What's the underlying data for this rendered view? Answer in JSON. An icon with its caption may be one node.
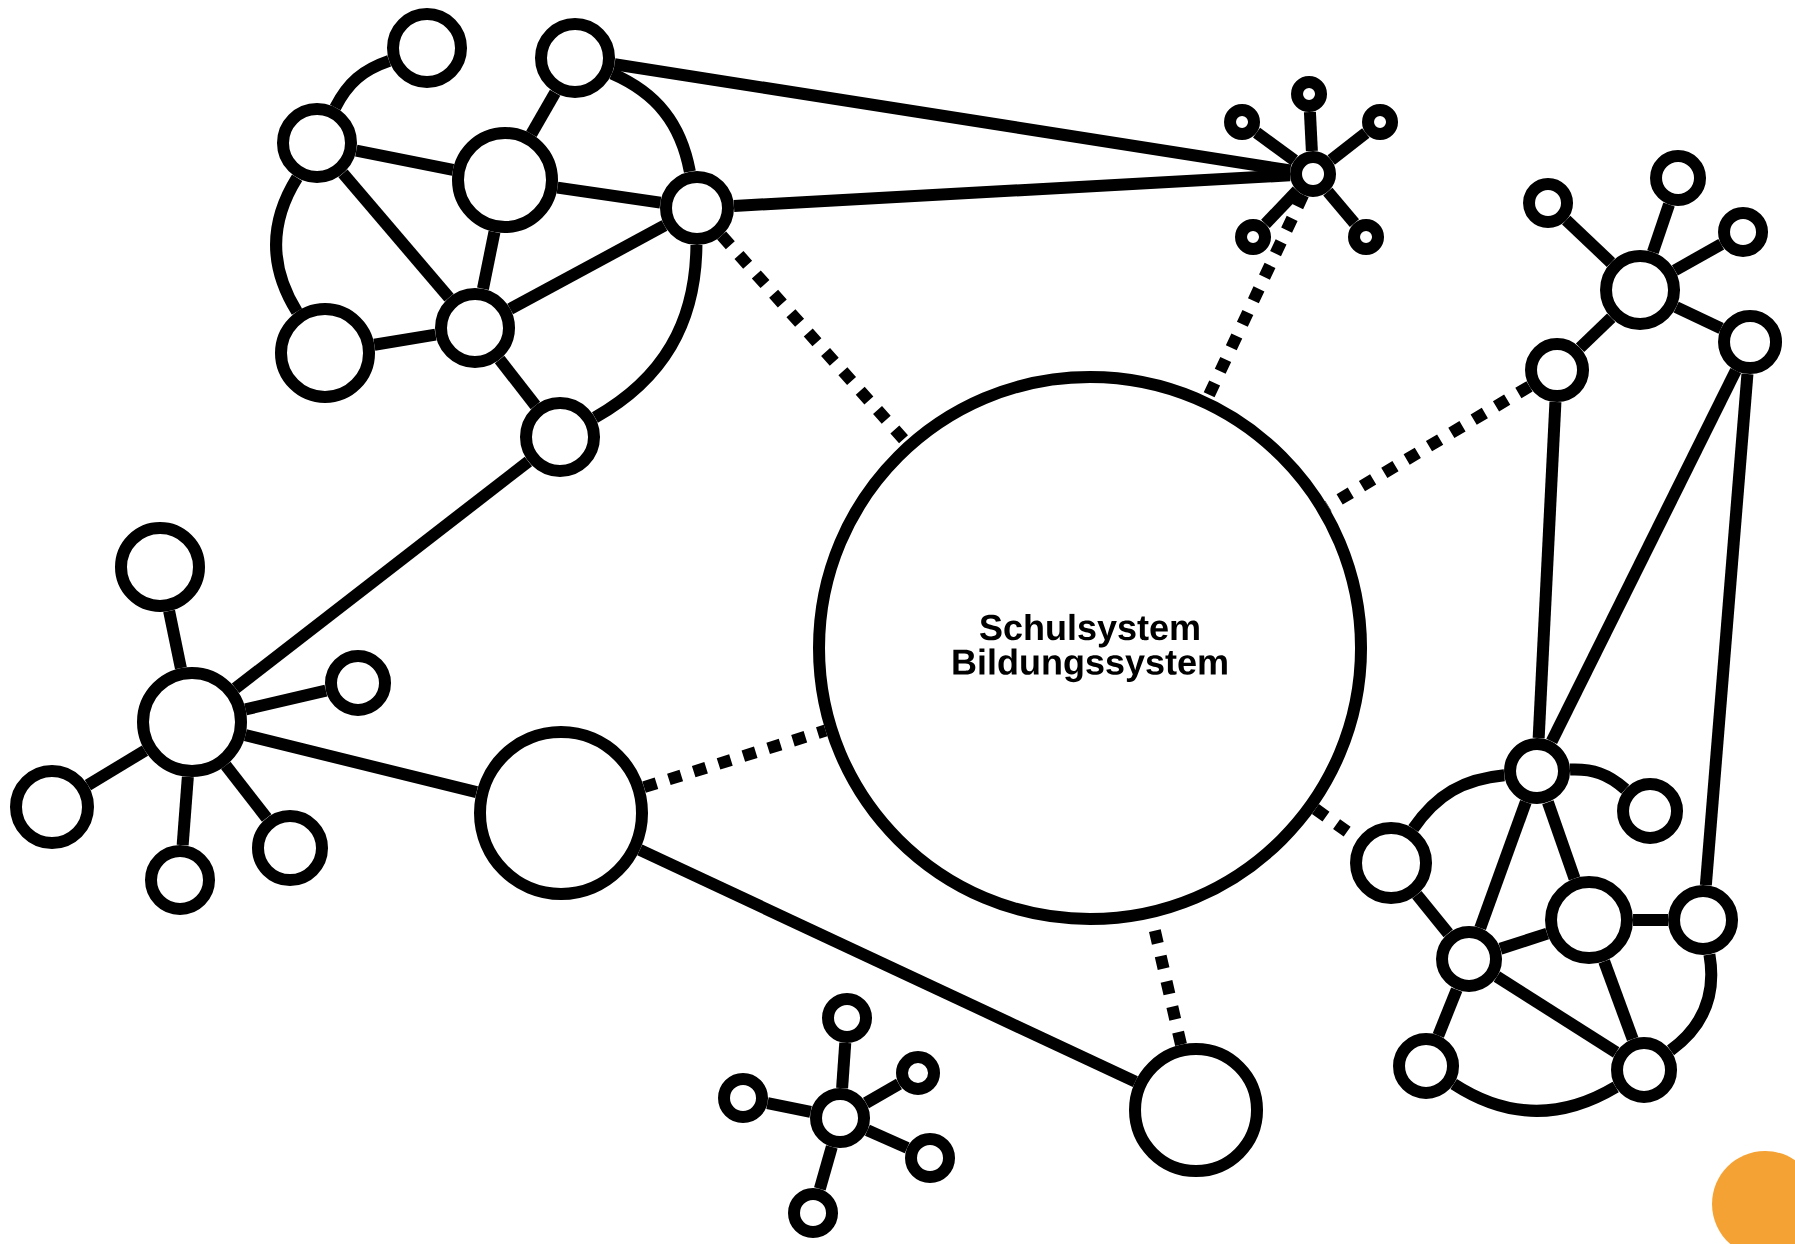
{
  "diagram": {
    "nodes": [
      {
        "text": [],
        "shape": "circle"
      },
      {
        "text": [],
        "shape": "circle"
      },
      {
        "text": [],
        "shape": "circle"
      },
      {
        "text": [],
        "shape": "circle"
      },
      {
        "text": [],
        "shape": "circle"
      },
      {
        "text": [],
        "shape": "circle"
      },
      {
        "text": [],
        "shape": "circle"
      },
      {
        "text": [],
        "shape": "circle"
      },
      {
        "text": [],
        "shape": "circle"
      },
      {
        "text": [],
        "shape": "circle"
      },
      {
        "text": [],
        "shape": "circle"
      },
      {
        "text": [],
        "shape": "circle"
      },
      {
        "text": [],
        "shape": "circle"
      },
      {
        "text": [],
        "shape": "circle"
      },
      {
        "text": [],
        "shape": "circle"
      },
      {
        "text": [],
        "shape": "circle"
      },
      {
        "text": [],
        "shape": "circle"
      },
      {
        "text": [],
        "shape": "circle"
      },
      {
        "text": [],
        "shape": "circle"
      },
      {
        "text": [],
        "shape": "circle"
      },
      {
        "text": [
          "Schulsystem Bildungssystem"
        ]
      },
      {
        "text": [],
        "shape": "circle"
      },
      {
        "text": [],
        "shape": "circle"
      },
      {
        "text": [],
        "shape": "circle"
      },
      {
        "text": [],
        "shape": "circle"
      },
      {
        "text": [],
        "shape": "circle"
      },
      {
        "text": [],
        "shape": "circle"
      },
      {
        "text": [],
        "shape": "circle"
      },
      {
        "text": [],
        "shape": "circle"
      },
      {
        "text": [],
        "shape": "circle"
      },
      {
        "text": [],
        "shape": "circle"
      },
      {
        "text": [],
        "shape": "circle"
      },
      {
        "text": [],
        "shape": "circle"
      },
      {
        "text": [],
        "shape": "circle"
      },
      {
        "text": [],
        "shape": "circle"
      },
      {
        "text": [],
        "shape": "circle"
      },
      {
        "text": [],
        "shape": "circle"
      },
      {
        "text": [],
        "shape": "circle"
      },
      {
        "text": [],
        "shape": "circle"
      },
      {
        "text": [],
        "shape": "circle"
      },
      {
        "text": [],
        "shape": "circle"
      },
      {
        "text": [],
        "shape": "circle"
      },
      {
        "text": [],
        "shape": "circle"
      }
    ],
    "edges": [
      {
        "from": 0,
        "to": 2,
        "arrow": "none"
      },
      {
        "from": 2,
        "to": 3,
        "arrow": "none"
      },
      {
        "from": 2,
        "to": 5,
        "arrow": "none"
      },
      {
        "from": 2,
        "to": 6,
        "arrow": "none"
      },
      {
        "from": 1,
        "to": 3,
        "arrow": "none"
      },
      {
        "from": 3,
        "to": 4,
        "arrow": "none"
      },
      {
        "from": 3,
        "to": 5,
        "arrow": "none"
      },
      {
        "from": 5,
        "to": 4,
        "arrow": "none"
      },
      {
        "from": 5,
        "to": 6,
        "arrow": "none"
      },
      {
        "from": 5,
        "to": 7,
        "arrow": "none"
      },
      {
        "from": 1,
        "to": 4,
        "arrow": "none"
      },
      {
        "from": 4,
        "to": 7,
        "arrow": "none"
      },
      {
        "from": 1,
        "to": 11,
        "arrow": "none"
      },
      {
        "from": 4,
        "to": 11,
        "arrow": "none"
      },
      {
        "from": 4,
        "to": 20,
        "arrow": "none",
        "style": "dashed"
      },
      {
        "from": 11,
        "to": 8,
        "arrow": "none"
      },
      {
        "from": 11,
        "to": 9,
        "arrow": "none"
      },
      {
        "from": 11,
        "to": 10,
        "arrow": "none"
      },
      {
        "from": 11,
        "to": 12,
        "arrow": "none"
      },
      {
        "from": 11,
        "to": 13,
        "arrow": "none"
      },
      {
        "from": 11,
        "to": 20,
        "arrow": "none",
        "style": "dashed"
      },
      {
        "from": 17,
        "to": 14,
        "arrow": "none"
      },
      {
        "from": 17,
        "to": 15,
        "arrow": "none"
      },
      {
        "from": 17,
        "to": 16,
        "arrow": "none"
      },
      {
        "from": 17,
        "to": 18,
        "arrow": "none"
      },
      {
        "from": 17,
        "to": 19,
        "arrow": "none"
      },
      {
        "from": 19,
        "to": 20,
        "arrow": "none",
        "style": "dashed"
      },
      {
        "from": 19,
        "to": 28,
        "arrow": "none"
      },
      {
        "from": 18,
        "to": 28,
        "arrow": "none"
      },
      {
        "from": 18,
        "to": 32,
        "arrow": "none"
      },
      {
        "from": 20,
        "to": 30,
        "arrow": "none",
        "style": "dashed"
      },
      {
        "from": 23,
        "to": 21,
        "arrow": "none"
      },
      {
        "from": 23,
        "to": 22,
        "arrow": "none"
      },
      {
        "from": 23,
        "to": 24,
        "arrow": "none"
      },
      {
        "from": 23,
        "to": 25,
        "arrow": "none"
      },
      {
        "from": 23,
        "to": 26,
        "arrow": "none"
      },
      {
        "from": 7,
        "to": 23,
        "arrow": "none"
      },
      {
        "from": 23,
        "to": 27,
        "arrow": "none"
      },
      {
        "from": 27,
        "to": 20,
        "arrow": "none",
        "style": "dashed"
      },
      {
        "from": 27,
        "to": 36,
        "arrow": "none"
      },
      {
        "from": 36,
        "to": 20,
        "arrow": "none",
        "style": "dashed"
      },
      {
        "from": 28,
        "to": 29,
        "arrow": "none"
      },
      {
        "from": 28,
        "to": 30,
        "arrow": "none"
      },
      {
        "from": 28,
        "to": 33,
        "arrow": "none"
      },
      {
        "from": 28,
        "to": 31,
        "arrow": "none"
      },
      {
        "from": 30,
        "to": 33,
        "arrow": "none"
      },
      {
        "from": 33,
        "to": 31,
        "arrow": "none"
      },
      {
        "from": 31,
        "to": 32,
        "arrow": "none"
      },
      {
        "from": 33,
        "to": 35,
        "arrow": "none"
      },
      {
        "from": 31,
        "to": 35,
        "arrow": "none"
      },
      {
        "from": 33,
        "to": 34,
        "arrow": "none"
      },
      {
        "from": 34,
        "to": 35,
        "arrow": "none"
      },
      {
        "from": 32,
        "to": 35,
        "arrow": "none"
      },
      {
        "from": 40,
        "to": 37,
        "arrow": "none"
      },
      {
        "from": 40,
        "to": 38,
        "arrow": "none"
      },
      {
        "from": 40,
        "to": 39,
        "arrow": "none"
      },
      {
        "from": 40,
        "to": 41,
        "arrow": "none"
      },
      {
        "from": 40,
        "to": 42,
        "arrow": "none"
      }
    ]
  }
}
